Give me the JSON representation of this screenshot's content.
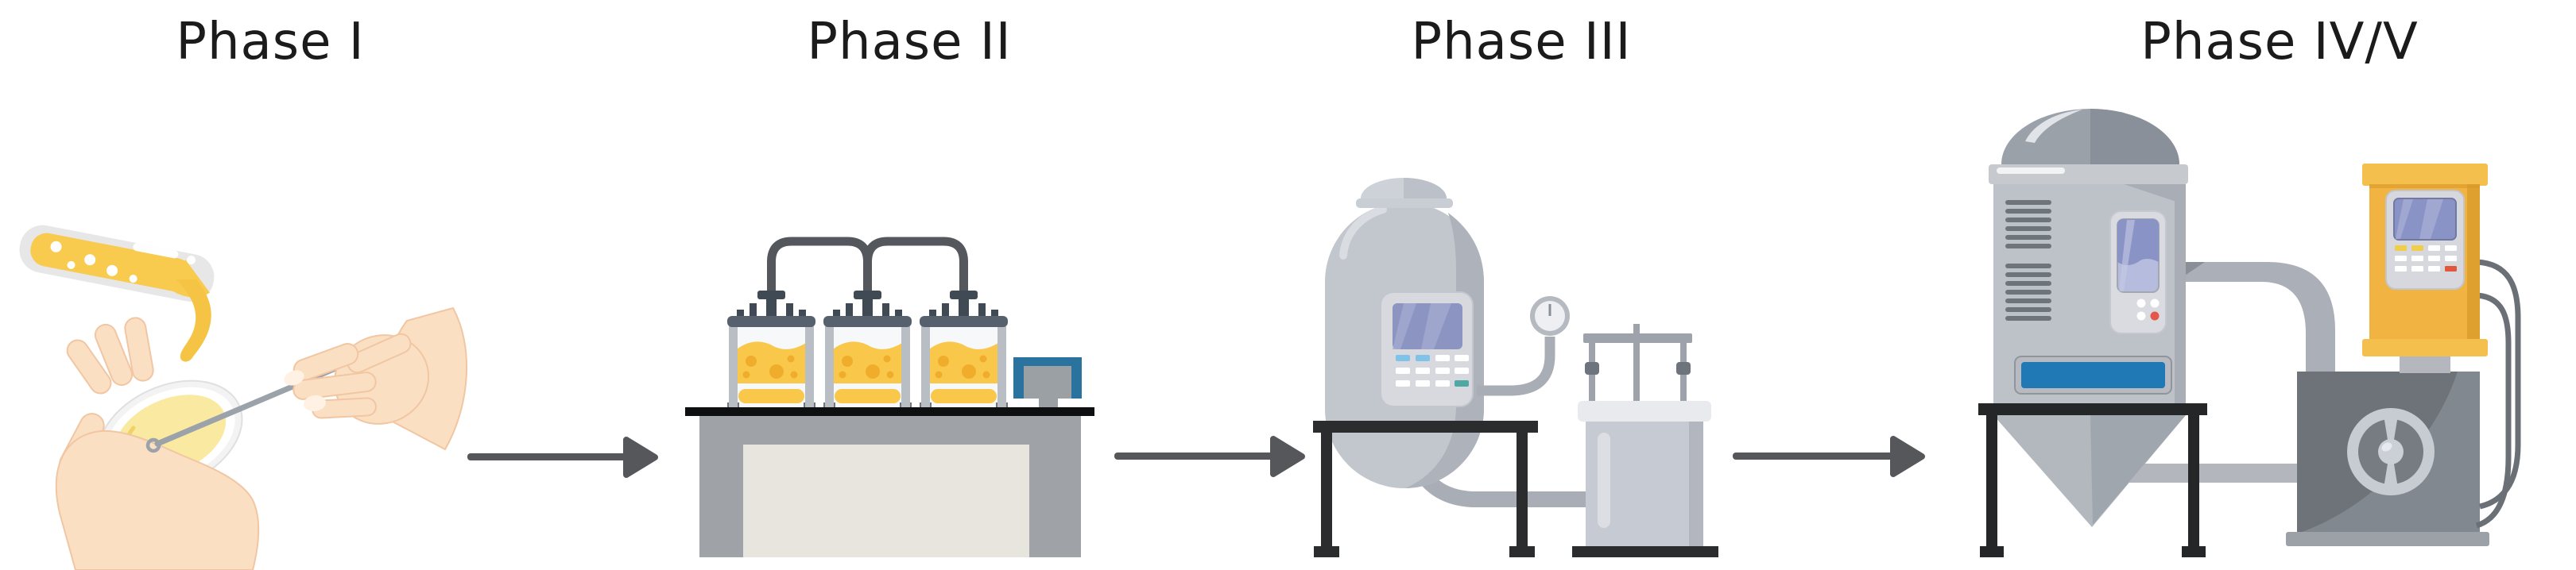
{
  "diagram": {
    "type": "process-flow",
    "phases": [
      {
        "label": "Phase I",
        "illustration": "petri-dish-inoculation"
      },
      {
        "label": "Phase II",
        "illustration": "benchtop-bioreactor-flasks"
      },
      {
        "label": "Phase III",
        "illustration": "pilot-scale-bioreactor"
      },
      {
        "label": "Phase IV/V",
        "illustration": "industrial-fermenter-line"
      }
    ],
    "arrows": [
      {
        "from": "Phase I",
        "to": "Phase II"
      },
      {
        "from": "Phase II",
        "to": "Phase III"
      },
      {
        "from": "Phase III",
        "to": "Phase IV/V"
      }
    ],
    "colors": {
      "background": "#FFFFFF",
      "label_text": "#1B1B1B",
      "arrow": "#55575B",
      "culture_yellow": "#F8C94C",
      "agar_yellow": "#FAE9A0",
      "dot_yellow": "#EFAD2B",
      "skin": "#FBDFC3",
      "equipment_light_gray": "#C2C6CD",
      "equipment_dark_gray": "#74797F",
      "lid_slate": "#56616D",
      "screen_periwinkle": "#8A93C6",
      "monitor_blue": "#2B739F",
      "display_blue": "#2079B5",
      "console_orange": "#F1B341",
      "accent_light_blue": "#7FC4E8",
      "accent_teal": "#4FA8A4",
      "accent_red": "#E4584A",
      "stand_black": "#242628"
    }
  }
}
